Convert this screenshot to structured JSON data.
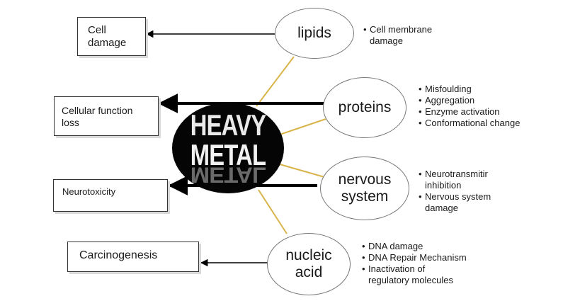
{
  "center": {
    "line1": "HEAVY",
    "line2": "METAL"
  },
  "targets": [
    {
      "id": "lipids",
      "label": "lipids",
      "effects": [
        "Cell membrane\ndamage"
      ],
      "outcome": "Cell\ndamage"
    },
    {
      "id": "proteins",
      "label": "proteins",
      "effects": [
        "Misfoulding",
        "Aggregation",
        "Enzyme activation",
        "Conformational change"
      ],
      "outcome": "Cellular function\nloss"
    },
    {
      "id": "nervous-system",
      "label": "nervous\nsystem",
      "effects": [
        "Neurotransmitir\ninhibition",
        "Nervous system\ndamage"
      ],
      "outcome": "Neurotoxicity"
    },
    {
      "id": "nucleic-acid",
      "label": "nucleic\nacid",
      "effects": [
        "DNA damage",
        "DNA Repair Mechanism",
        "Inactivation of\nregulatory molecules"
      ],
      "outcome": "Carcinogenesis"
    }
  ],
  "colors": {
    "connector": "#d8b44a",
    "arrow": "#000000",
    "core": "#050505"
  }
}
